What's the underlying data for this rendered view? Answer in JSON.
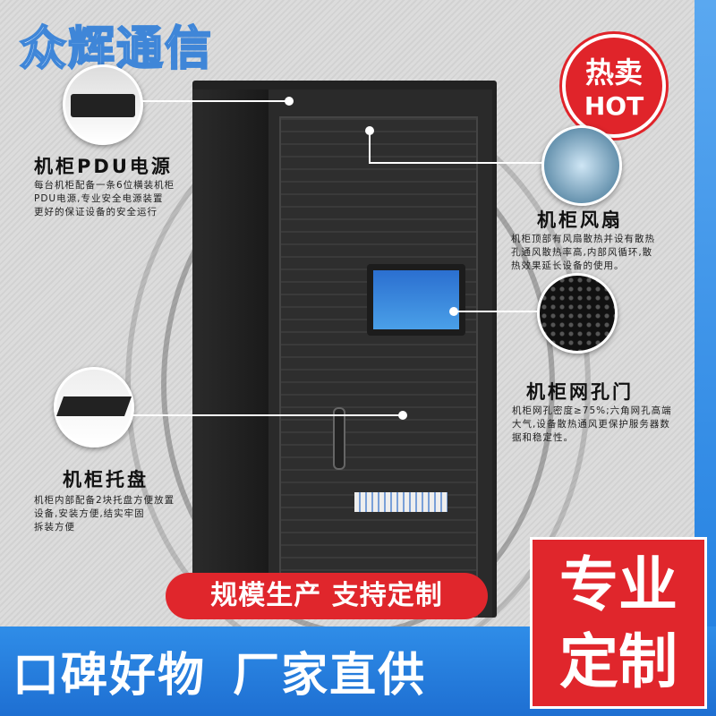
{
  "brand": "众辉通信",
  "badge": {
    "line1": "热卖",
    "line2": "HOT"
  },
  "features": [
    {
      "title": "机柜PDU电源",
      "desc": [
        "每台机柜配备一条6位横装机柜",
        "PDU电源,专业安全电源装置",
        "更好的保证设备的安全运行"
      ]
    },
    {
      "title": "机柜风扇",
      "desc": [
        "机柜顶部有风扇散热并设有散热",
        "孔通风散热率高,内部风循环,散",
        "热效果延长设备的使用。"
      ]
    },
    {
      "title": "机柜网孔门",
      "desc": [
        "机柜网孔密度≥75%;六角网孔高端",
        "大气,设备散热通风更保护服务器数",
        "据和稳定性。"
      ]
    },
    {
      "title": "机柜托盘",
      "desc": [
        "机柜内部配备2块托盘方便放置",
        "设备,安装方便,结实牢固",
        "拆装方便"
      ]
    }
  ],
  "pill": "规模生产 支持定制",
  "slogan": "口碑好物 厂家直供",
  "custom": {
    "line1": "专业",
    "line2": "定制"
  }
}
